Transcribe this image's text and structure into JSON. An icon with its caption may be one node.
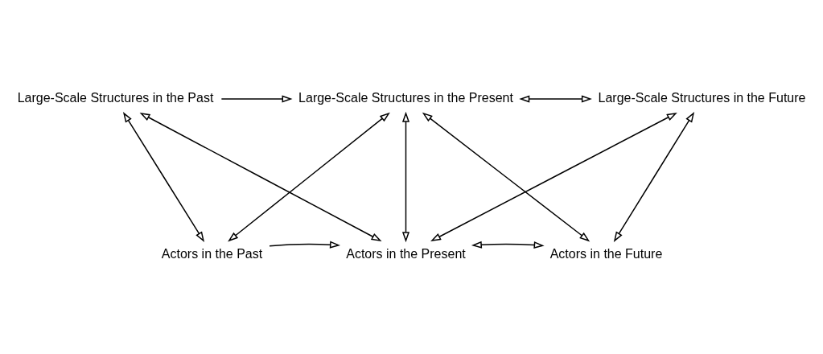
{
  "diagram": {
    "nodes": [
      {
        "text": [
          "Large-Scale Structures in the Past"
        ]
      },
      {
        "text": [
          "Large-Scale Structures in the Present"
        ]
      },
      {
        "text": [
          "Large-Scale Structures in the Future"
        ]
      },
      {
        "text": [
          "Actors in the Past"
        ]
      },
      {
        "text": [
          "Actors in the Present"
        ]
      },
      {
        "text": [
          "Actors in the Future"
        ]
      }
    ],
    "edges": [
      {
        "from": 0,
        "to": 3,
        "arrow": "both"
      },
      {
        "from": 0,
        "to": 1,
        "arrow": "to"
      },
      {
        "from": 0,
        "to": 4,
        "arrow": "both"
      },
      {
        "from": 3,
        "to": 1,
        "arrow": "both"
      },
      {
        "from": 3,
        "to": 4,
        "arrow": "to"
      },
      {
        "from": 1,
        "to": 4,
        "arrow": "both"
      },
      {
        "from": 1,
        "to": 2,
        "arrow": "both"
      },
      {
        "from": 1,
        "to": 5,
        "arrow": "both"
      },
      {
        "from": 4,
        "to": 2,
        "arrow": "both"
      },
      {
        "from": 4,
        "to": 5,
        "arrow": "both"
      },
      {
        "from": 2,
        "to": 5,
        "arrow": "both"
      }
    ]
  }
}
